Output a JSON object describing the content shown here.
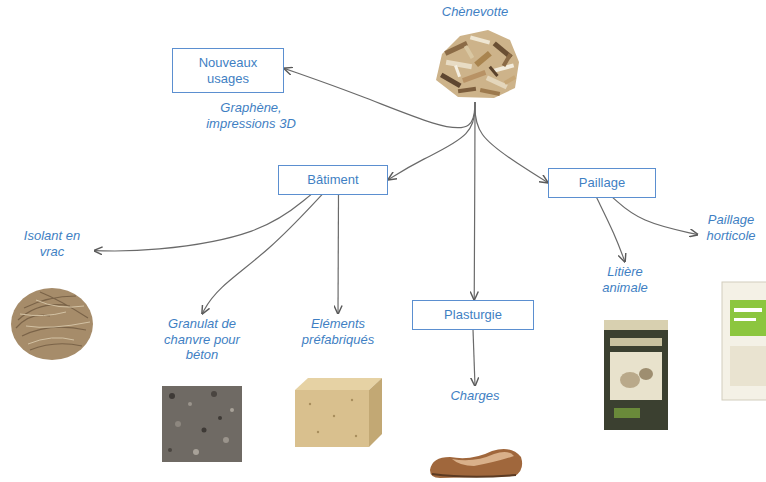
{
  "diagram": {
    "nodes": [
      {
        "text": [
          "Chènevotte"
        ]
      },
      {
        "text": [
          "Nouveaux usages",
          "Graphène, impressions 3D"
        ]
      },
      {
        "text": [
          "Bâtiment"
        ]
      },
      {
        "text": [
          "Plasturgie"
        ]
      },
      {
        "text": [
          "Paillage"
        ]
      },
      {
        "text": [
          "Isolant en vrac"
        ]
      },
      {
        "text": [
          "Granulat de chanvre pour béton"
        ]
      },
      {
        "text": [
          "Eléments préfabriqués"
        ]
      },
      {
        "text": [
          "Charges"
        ]
      },
      {
        "text": [
          "Litière animale"
        ]
      },
      {
        "text": [
          "Paillage horticole"
        ]
      }
    ],
    "edges": [
      {
        "from": 0,
        "to": 1,
        "arrow": "to"
      },
      {
        "from": 0,
        "to": 2,
        "arrow": "to"
      },
      {
        "from": 0,
        "to": 3,
        "arrow": "to"
      },
      {
        "from": 0,
        "to": 4,
        "arrow": "to"
      },
      {
        "from": 2,
        "to": 5,
        "arrow": "to"
      },
      {
        "from": 2,
        "to": 6,
        "arrow": "to"
      },
      {
        "from": 2,
        "to": 7,
        "arrow": "to"
      },
      {
        "from": 3,
        "to": 8,
        "arrow": "to"
      },
      {
        "from": 4,
        "to": 9,
        "arrow": "to"
      },
      {
        "from": 4,
        "to": 10,
        "arrow": "to"
      }
    ]
  }
}
